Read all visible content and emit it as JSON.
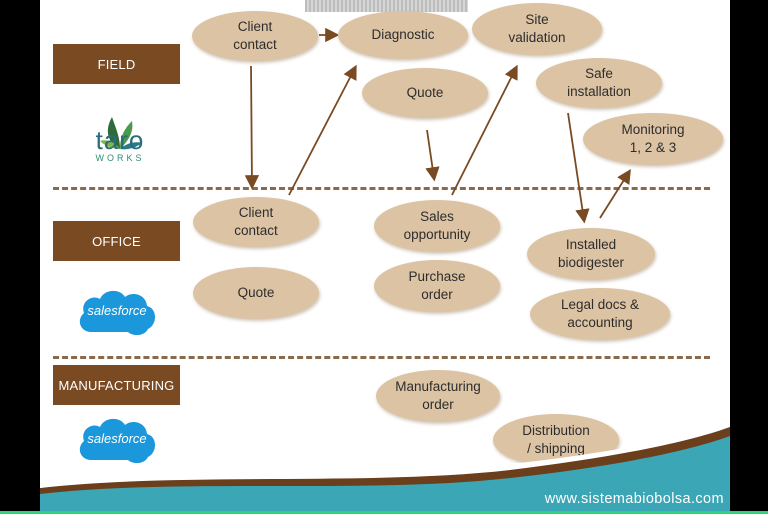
{
  "bands": {
    "field": "FIELD",
    "office": "OFFICE",
    "manufacturing": "MANUFACTURING"
  },
  "bubbles": {
    "client_contact_field": "Client\ncontact",
    "diagnostic": "Diagnostic",
    "site_validation": "Site\nvalidation",
    "quote_field": "Quote",
    "safe_installation": "Safe\ninstallation",
    "monitoring": "Monitoring\n1, 2 & 3",
    "client_contact_office": "Client\ncontact",
    "sales_opportunity": "Sales\nopportunity",
    "installed_biodigester": "Installed\nbiodigester",
    "quote_office": "Quote",
    "purchase_order": "Purchase\norder",
    "legal_docs": "Legal docs &\naccounting",
    "manufacturing_order": "Manufacturing\norder",
    "distribution": "Distribution\n/ shipping"
  },
  "logos": {
    "taro_word": "taro",
    "taro_sub": "WORKS",
    "salesforce_1": "salesforce",
    "salesforce_2": "salesforce"
  },
  "footer": {
    "url": "www.sistemabiobolsa.com"
  },
  "colors": {
    "band": "#7a4a22",
    "bubble": "#dcc3a4",
    "arrow": "#7a4a22",
    "divider": "#8a6a4d",
    "footer_teal": "#3aa6b6",
    "footer_brown": "#6b3e1c",
    "salesforce_blue": "#1b97dc"
  }
}
